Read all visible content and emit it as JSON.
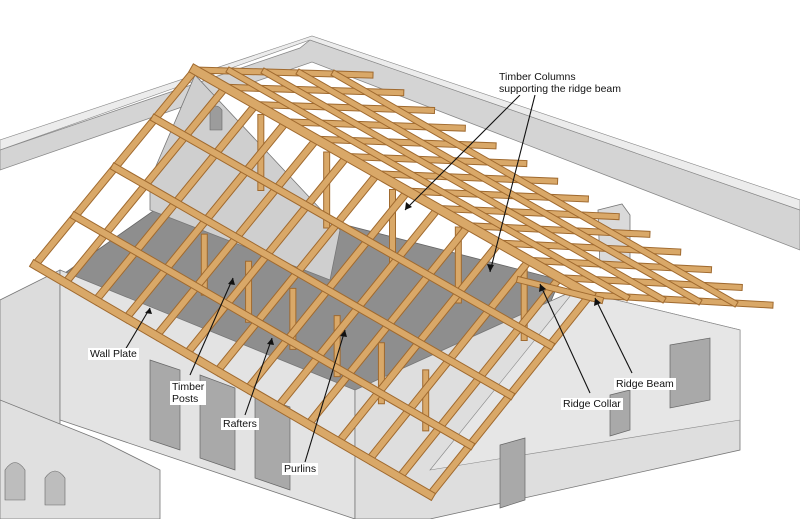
{
  "labels": {
    "timber_columns_line1": "Timber Columns",
    "timber_columns_line2": "supporting the ridge beam",
    "wall_plate": "Wall Plate",
    "timber_posts_line1": "Timber",
    "timber_posts_line2": "Posts",
    "rafters": "Rafters",
    "purlins": "Purlins",
    "ridge_collar": "Ridge Collar",
    "ridge_beam": "Ridge Beam"
  },
  "colors": {
    "timber": "#d9a868",
    "timber_dark": "#a06a2f",
    "wall_light": "#e4e4e4",
    "wall_mid": "#cfcfcf",
    "wall_dark": "#b5b5b5",
    "slab": "#8c8c8c",
    "outline": "#555555"
  }
}
